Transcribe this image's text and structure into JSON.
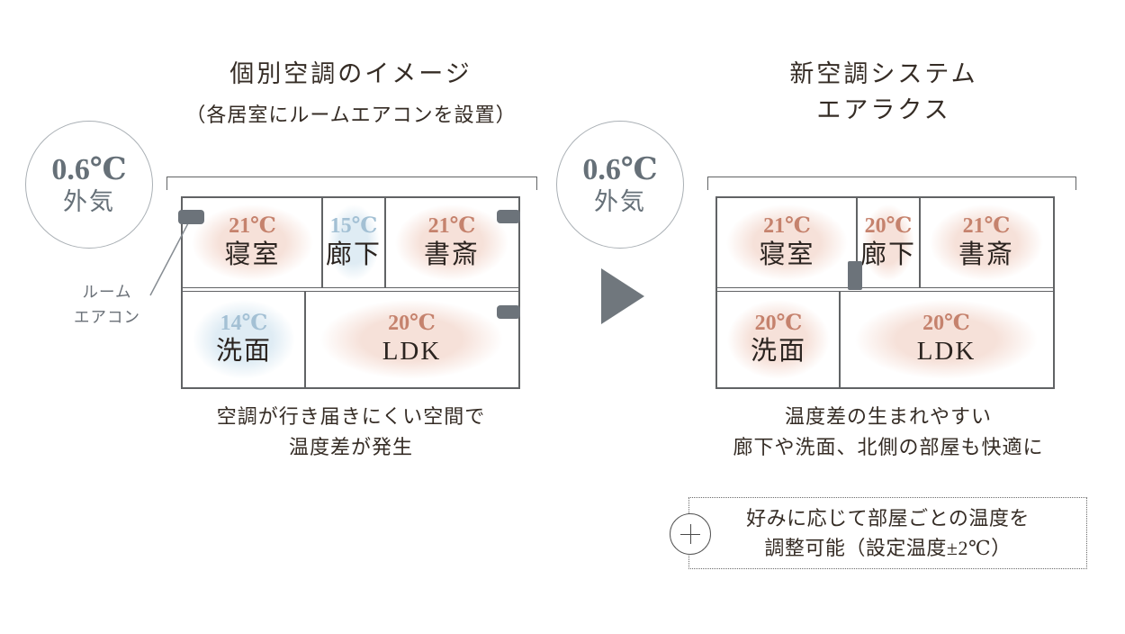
{
  "colors": {
    "warm_text": "#c5826d",
    "cold_text": "#a3c0d4",
    "warm_bg": "#f6e1d9",
    "cold_bg": "#dfecf4",
    "unit": "#6c737a",
    "gray_text": "#667078",
    "wall": "#616365",
    "dark_text": "#352c25"
  },
  "left_panel": {
    "title": "個別空調のイメージ",
    "subtitle": "（各居室にルームエアコンを設置）",
    "outside_circle": {
      "temp": "0.6℃",
      "label": "外気"
    },
    "aircon_callout": {
      "line1": "ルーム",
      "line2": "エアコン"
    },
    "rooms": [
      {
        "temp": "21℃",
        "name": "寝室",
        "state": "warm"
      },
      {
        "temp": "15℃",
        "name": "廊下",
        "state": "cold"
      },
      {
        "temp": "21℃",
        "name": "書斎",
        "state": "warm"
      },
      {
        "temp": "14℃",
        "name": "洗面",
        "state": "cold"
      },
      {
        "temp": "20℃",
        "name": "LDK",
        "state": "warm"
      }
    ],
    "caption": {
      "line1": "空調が行き届きにくい空間で",
      "line2": "温度差が発生"
    }
  },
  "right_panel": {
    "title_line1": "新空調システム",
    "title_line2": "エアラクス",
    "outside_circle": {
      "temp": "0.6℃",
      "label": "外気"
    },
    "rooms": [
      {
        "temp": "21℃",
        "name": "寝室",
        "state": "warm"
      },
      {
        "temp": "20℃",
        "name": "廊下",
        "state": "warm"
      },
      {
        "temp": "21℃",
        "name": "書斎",
        "state": "warm"
      },
      {
        "temp": "20℃",
        "name": "洗面",
        "state": "warm"
      },
      {
        "temp": "20℃",
        "name": "LDK",
        "state": "warm"
      }
    ],
    "caption": {
      "line1": "温度差の生まれやすい",
      "line2": "廊下や洗面、北側の部屋も快適に"
    },
    "note": {
      "icon": "plus-icon",
      "line1": "好みに応じて部屋ごとの温度を",
      "line2": "調整可能（設定温度±2℃）"
    }
  }
}
